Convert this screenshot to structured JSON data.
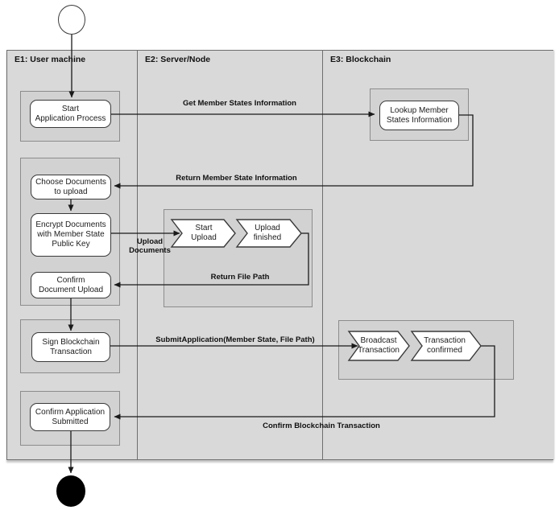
{
  "lanes": {
    "e1": "E1: User machine",
    "e2": "E2: Server/Node",
    "e3": "E3: Blockchain"
  },
  "nodes": {
    "start_application_process": "Start\nApplication Process",
    "choose_documents": "Choose Documents\nto upload",
    "encrypt_documents": "Encrypt Documents\nwith Member State\nPublic Key",
    "confirm_document_upload": "Confirm\nDocument Upload",
    "sign_blockchain_transaction": "Sign Blockchain\nTransaction",
    "confirm_application_submitted": "Confirm Application\nSubmitted",
    "lookup_member_states": "Lookup Member\nStates Information",
    "start_upload": "Start\nUpload",
    "upload_finished": "Upload\nfinished",
    "broadcast_transaction": "Broadcast\nTransaction",
    "transaction_confirmed": "Transaction\nconfirmed"
  },
  "edge_labels": {
    "get_member_states": "Get Member States Information",
    "return_member_state": "Return Member State Information",
    "upload_documents": "Upload\nDocuments",
    "return_file_path": "Return File Path",
    "submit_application": "SubmitApplication(Member State, File Path)",
    "confirm_blockchain_transaction": "Confirm Blockchain Transaction"
  },
  "colors": {
    "lane_fill": "#d9d9d9",
    "group_fill": "#d2d2d2",
    "node_fill": "#ffffff",
    "node_border": "#3a3a3a",
    "frame_border": "#6e6e6e",
    "arrow": "#1a1a1a"
  }
}
